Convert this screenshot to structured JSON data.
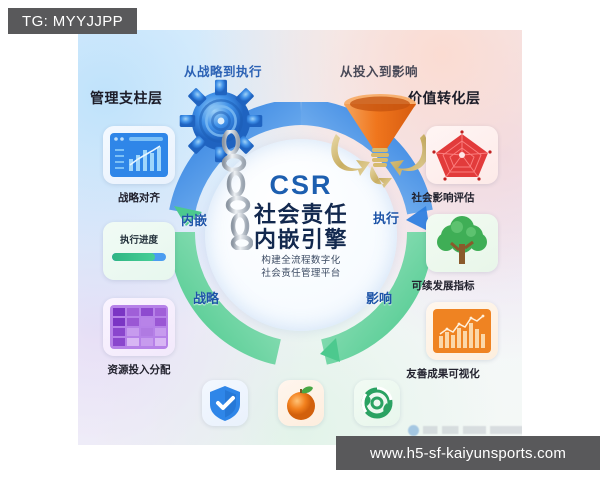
{
  "overlay": {
    "tg_badge": "TG: MYYJJPP",
    "url_watermark": "www.h5-sf-kaiyunsports.com"
  },
  "infographic": {
    "flow_labels": {
      "left": "从战略到执行",
      "right": "从投入到影响"
    },
    "columns": {
      "left_header": "管理支柱层",
      "right_header": "价值转化层"
    },
    "center": {
      "acronym": "CSR",
      "title_line1": "社会责任",
      "title_line2": "内嵌引擎",
      "subtitle_line1": "构建全流程数字化",
      "subtitle_line2": "社会责任管理平台"
    },
    "ring_labels": {
      "embed": "内嵌",
      "strategy": "战略",
      "execute": "执行",
      "impact": "影响"
    },
    "left_cards": [
      {
        "caption": "战略对齐",
        "icon": "bar-line-chart-icon",
        "color": "#2f86e8"
      },
      {
        "caption": "",
        "icon": "progress-bar-icon",
        "label": "执行进度",
        "progress": 80,
        "color": "#2fb583"
      },
      {
        "caption": "资源投入分配",
        "icon": "matrix-grid-icon",
        "color": "#9a5fd6"
      }
    ],
    "right_cards": [
      {
        "caption": "社会影响评估",
        "icon": "radar-chart-icon",
        "color": "#e23b3b"
      },
      {
        "caption": "可续发展指标",
        "icon": "tree-icon",
        "color": "#38a04a"
      },
      {
        "caption": "友善成果可视化",
        "icon": "orange-bar-chart-icon",
        "color": "#ef8322"
      }
    ],
    "center_graphics": [
      {
        "name": "gear-chain-icon",
        "color": "#2f86e8"
      },
      {
        "name": "funnel-icon",
        "color": "#ef7a22"
      }
    ],
    "bottom_icons": [
      {
        "name": "shield-check-icon",
        "color": "#2f86e8"
      },
      {
        "name": "orange-fruit-icon",
        "color": "#ef7a22"
      },
      {
        "name": "recycle-leaf-icon",
        "color": "#2aa262"
      }
    ]
  }
}
